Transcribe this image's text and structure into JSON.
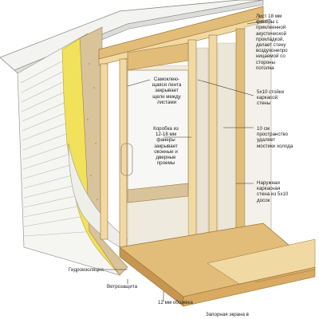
{
  "labels": {
    "plywood_sheet": "Лист 18 мм\nфанеры с\nприклеенной\nакустической\nпрокладкой,\nделает стену\nвоздухонепро\nницаемой со\nстороны\nпотолка",
    "tape": "Самоклею-\nщаяся лента\nзакрывает\nщели между\nлистами",
    "studs": "5х10 стойки\nкаркасой\nстены",
    "box": "Коробка из\n12-18 мм\nфанеры\nзакрывает\nоконные и\nдверные\nпроемы",
    "air_gap": "10 см\nпространство\nудаляет\nмостики холода",
    "outer_frame": "Наружная\nкаркасная\nстена из 5х10\nдосок",
    "waterproofing": "Гидроизоляция",
    "wind_barrier": "Ветрозащита",
    "sheathing": "12 мм обшивка",
    "bottom_note": "Запорная экрана в"
  },
  "colors": {
    "wood_light": "#f1d9a3",
    "wood_mid": "#e2bd79",
    "wood_dark": "#c69550",
    "osb": "#d8c39a",
    "insulation": "#f2e15a",
    "membrane": "#efefea",
    "siding": "#f5f5f2",
    "line": "#333333"
  }
}
